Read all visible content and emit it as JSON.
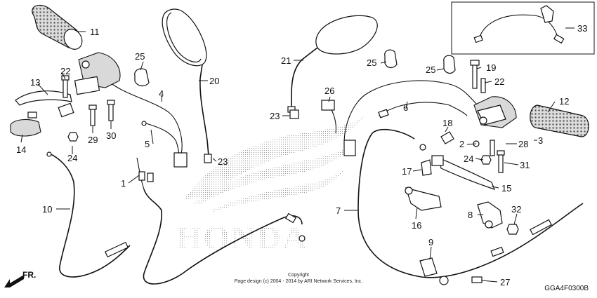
{
  "callouts": {
    "c1": "1",
    "c2": "2",
    "c3": "3",
    "c4": "4",
    "c5": "5",
    "c6": "6",
    "c7": "7",
    "c8": "8",
    "c9": "9",
    "c10": "10",
    "c11": "11",
    "c12": "12",
    "c13": "13",
    "c14": "14",
    "c15": "15",
    "c16": "16",
    "c17": "17",
    "c18": "18",
    "c19": "19",
    "c20": "20",
    "c21": "21",
    "c22a": "22",
    "c22b": "22",
    "c23a": "23",
    "c23b": "23",
    "c24a": "24",
    "c24b": "24",
    "c25a": "25",
    "c25b": "25",
    "c25c": "25",
    "c26": "26",
    "c27": "27",
    "c28": "28",
    "c29": "29",
    "c30": "30",
    "c31": "31",
    "c32": "32",
    "c33": "33"
  },
  "front_arrow_label": "FR.",
  "watermark_logo": "HONDA",
  "copyright_line1": "Copyright",
  "copyright_line2": "Page design (c) 2004 - 2014 by ARI Network Services, Inc.",
  "diagram_code": "GGA4F0300B"
}
